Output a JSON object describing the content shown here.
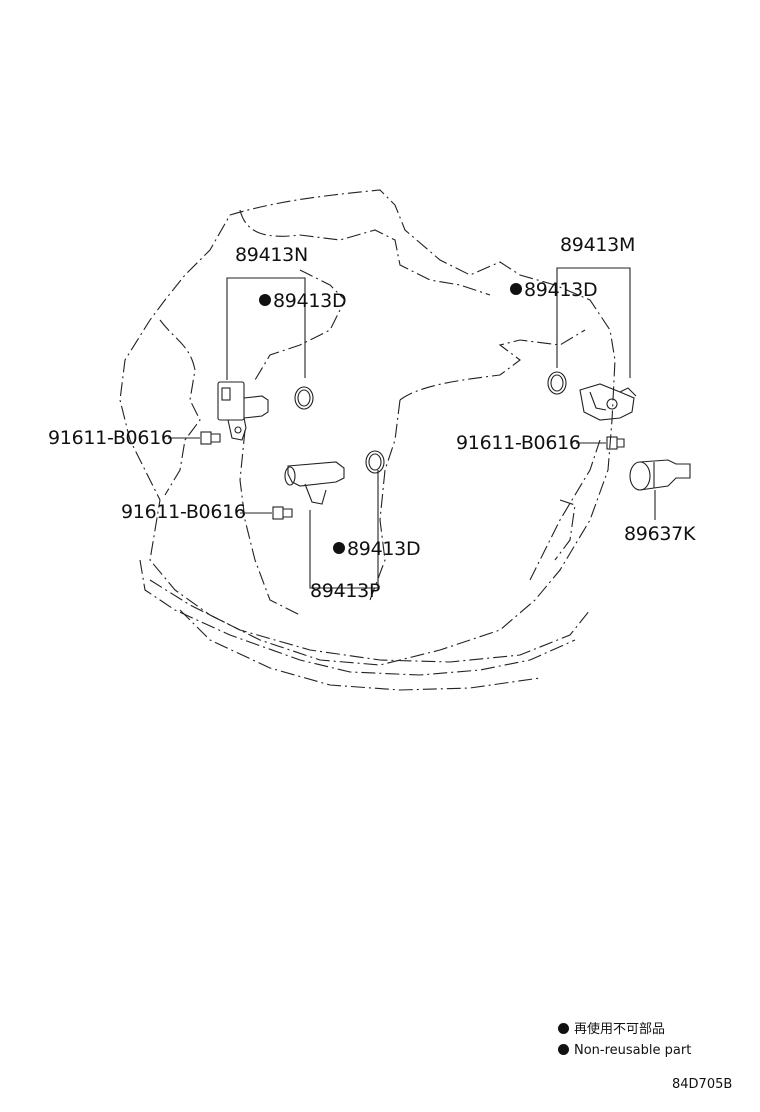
{
  "labels": {
    "n": "89413N",
    "d1": "89413D",
    "d2": "89413D",
    "d3": "89413D",
    "m": "89413M",
    "p": "89413P",
    "k": "89637K",
    "bolt1": "91611-B0616",
    "bolt2": "91611-B0616",
    "bolt3": "91611-B0616"
  },
  "legend": {
    "ja": "再使用不可部品",
    "en": "Non-reusable part"
  },
  "diagram_code": "84D705B",
  "colors": {
    "ink": "#111111",
    "background": "#ffffff"
  }
}
